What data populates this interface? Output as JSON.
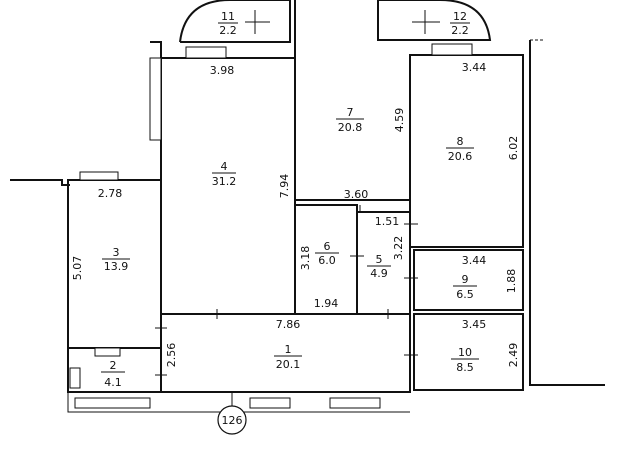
{
  "rooms": [
    {
      "id": "1",
      "area": "20.1"
    },
    {
      "id": "2",
      "area": "4.1"
    },
    {
      "id": "3",
      "area": "13.9"
    },
    {
      "id": "4",
      "area": "31.2"
    },
    {
      "id": "5",
      "area": "4.9"
    },
    {
      "id": "6",
      "area": "6.0"
    },
    {
      "id": "7",
      "area": "20.8"
    },
    {
      "id": "8",
      "area": "20.6"
    },
    {
      "id": "9",
      "area": "6.5"
    },
    {
      "id": "10",
      "area": "8.5"
    },
    {
      "id": "11",
      "area": "2.2"
    },
    {
      "id": "12",
      "area": "2.2"
    }
  ],
  "dimensions": {
    "d398": "3.98",
    "d344a": "3.44",
    "d278": "2.78",
    "d794": "7.94",
    "d459": "4.59",
    "d602": "6.02",
    "d360": "3.60",
    "d151": "1.51",
    "d322": "3.22",
    "d318": "3.18",
    "d344b": "3.44",
    "d188": "1.88",
    "d194": "1.94",
    "d507": "5.07",
    "d786": "7.86",
    "d345": "3.45",
    "d256": "2.56",
    "d249": "2.49"
  },
  "axis_marker": "126"
}
